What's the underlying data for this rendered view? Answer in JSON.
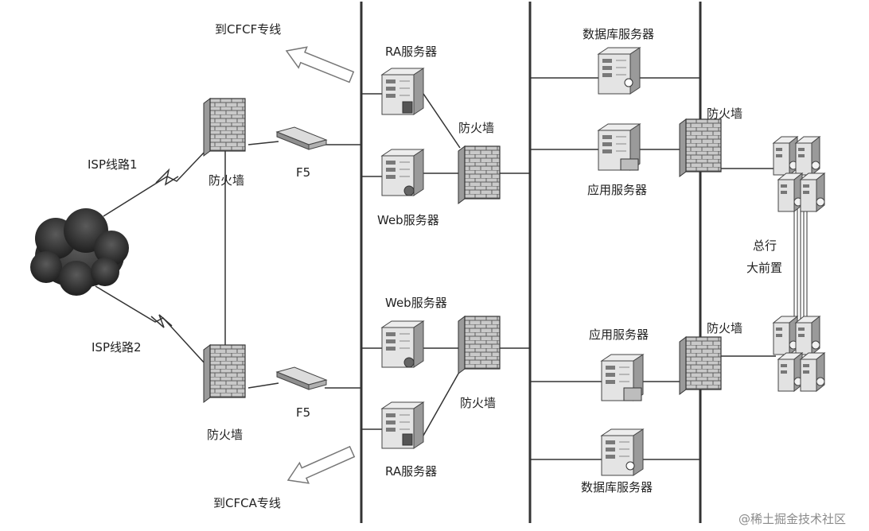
{
  "labels": {
    "to_cfcf": "到CFCF专线",
    "to_cfca": "到CFCA专线",
    "isp1": "ISP线路1",
    "isp2": "ISP线路2",
    "fw_left_top": "防火墙",
    "fw_left_bottom": "防火墙",
    "f5_top": "F5",
    "f5_bottom": "F5",
    "ra_top": "RA服务器",
    "web_top": "Web服务器",
    "fw_dmz_top": "防火墙",
    "web_bottom": "Web服务器",
    "ra_bottom": "RA服务器",
    "fw_dmz_bottom": "防火墙",
    "db_top": "数据库服务器",
    "app_top": "应用服务器",
    "app_bottom": "应用服务器",
    "db_bottom": "数据库服务器",
    "fw_core_top": "防火墙",
    "fw_core_bottom": "防火墙",
    "hq_front_line1": "总行",
    "hq_front_line2": "大前置",
    "watermark": "@稀土掘金技术社区"
  },
  "colors": {
    "line": "#333333",
    "device_fill": "#d9d9d9",
    "device_dark": "#8c8c8c"
  }
}
